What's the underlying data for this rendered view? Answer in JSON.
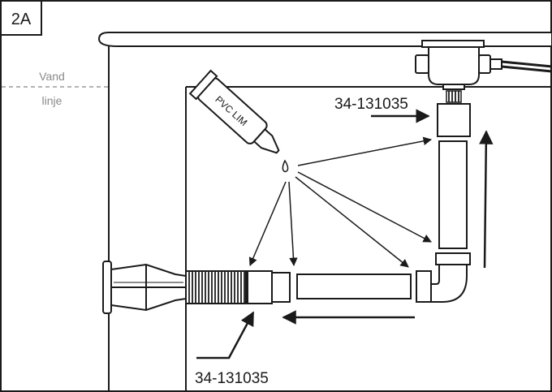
{
  "step_label": "2A",
  "water_line": {
    "line1": "Vand",
    "line2": "linje"
  },
  "glue_tube_label": "PVC LIM",
  "part_number_top": "34-131035",
  "part_number_bottom": "34-131035",
  "colors": {
    "stroke": "#1a1a1a",
    "dashed": "#9a9a9a",
    "label_gray": "#8a8a8a"
  }
}
